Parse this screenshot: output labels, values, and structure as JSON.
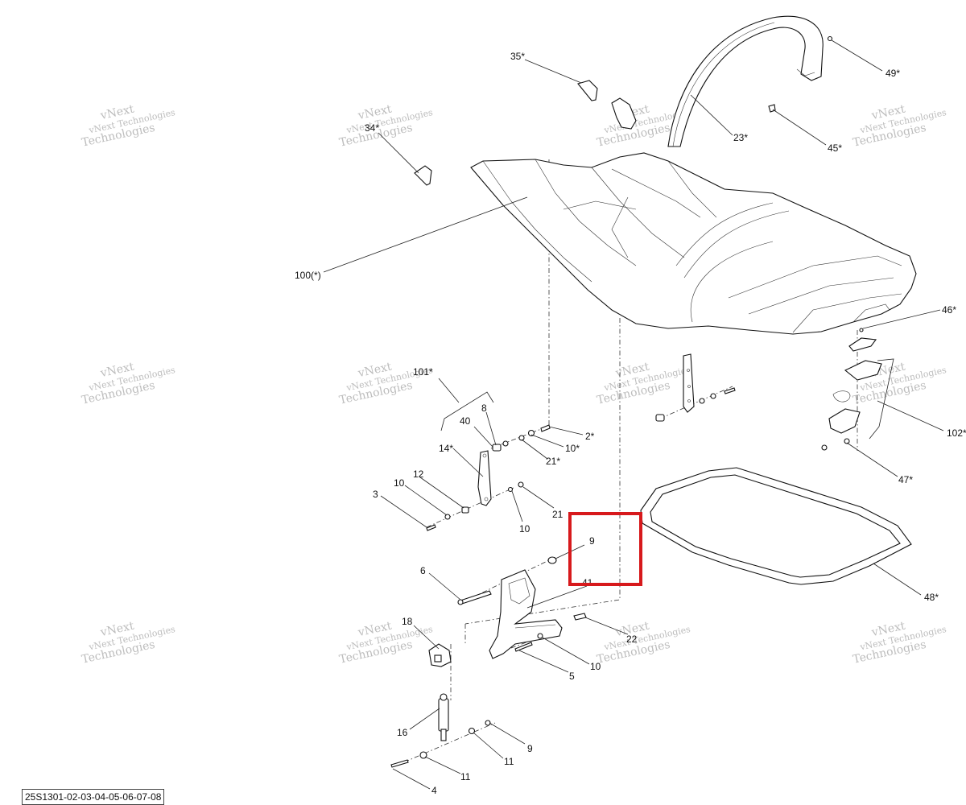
{
  "watermark": {
    "line1": "vNext",
    "line2": "vNext Technologies",
    "line3": "Technologies"
  },
  "callouts": {
    "c35": "35*",
    "c34": "34*",
    "c49": "49*",
    "c23": "23*",
    "c45": "45*",
    "c100": "100(*)",
    "c46": "46*",
    "c101": "101*",
    "c102": "102*",
    "c40": "40",
    "c8": "8",
    "c2": "2*",
    "c10a": "10*",
    "c14": "14*",
    "c21a": "21*",
    "c12": "12",
    "c10b": "10",
    "c3": "3",
    "c21b": "21",
    "c10c": "10",
    "c47": "47*",
    "c9a": "9",
    "c6": "6",
    "c41": "41",
    "c48": "48*",
    "c18": "18",
    "c22": "22",
    "c10d": "10",
    "c5": "5",
    "c16": "16",
    "c9b": "9",
    "c11a": "11",
    "c11b": "11",
    "c4": "4"
  },
  "reference_code": "25S1301-02-03-04-05-06-07-08",
  "highlight": {
    "color": "#d7191c",
    "target_callout": "9"
  }
}
